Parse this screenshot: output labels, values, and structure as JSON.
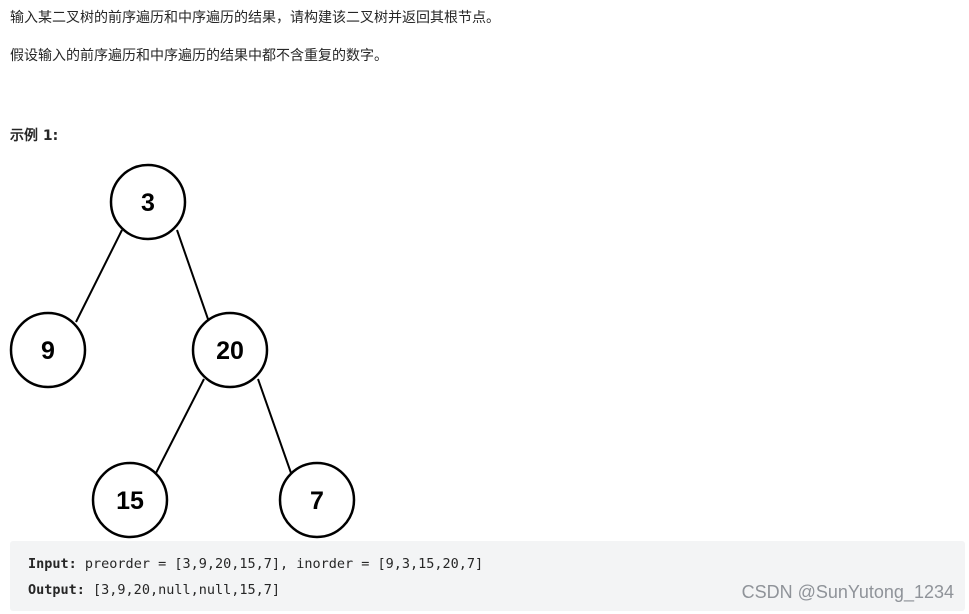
{
  "description": {
    "line1": "输入某二叉树的前序遍历和中序遍历的结果，请构建该二叉树并返回其根节点。",
    "line2": "假设输入的前序遍历和中序遍历的结果中都不含重复的数字。"
  },
  "example": {
    "heading": "示例 1:",
    "tree_nodes": [
      "3",
      "9",
      "20",
      "15",
      "7"
    ],
    "input_label": "Input:",
    "input_value": "preorder = [3,9,20,15,7], inorder = [9,3,15,20,7]",
    "output_label": "Output:",
    "output_value": "[3,9,20,null,null,15,7]"
  },
  "watermark": "CSDN @SunYutong_1234"
}
